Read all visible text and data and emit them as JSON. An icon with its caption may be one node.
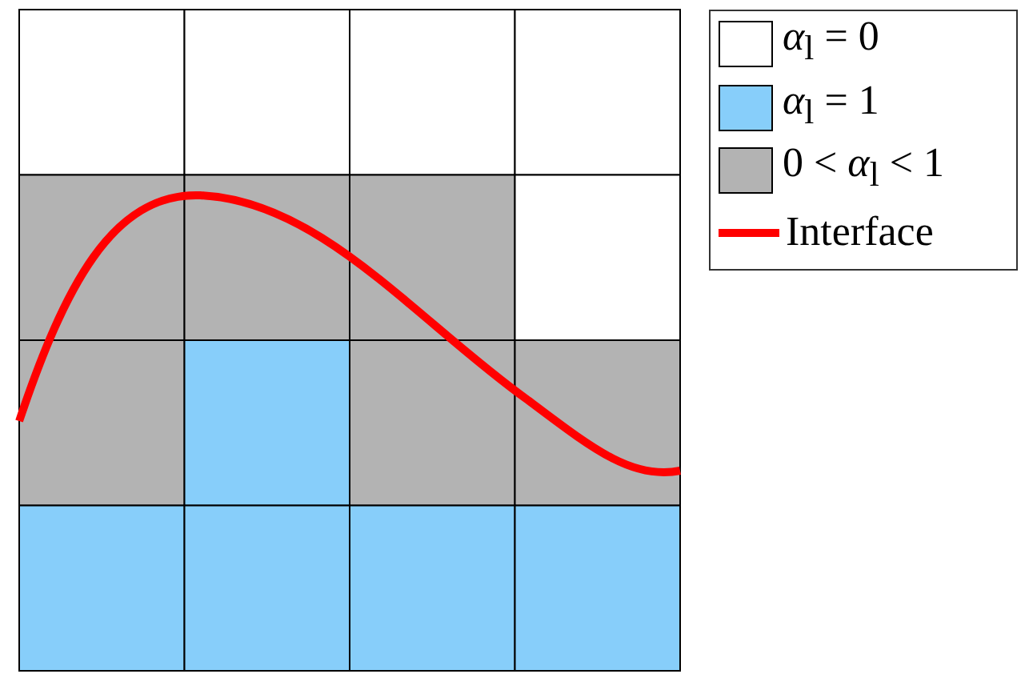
{
  "diagram": {
    "legend": [
      {
        "text": "*α*$_{l}$ = 0",
        "color": "#ffffff"
      },
      {
        "text": "*α*$_{l}$ = 1",
        "color": "#87cefa"
      },
      {
        "text": "0 < *α*$_{l}$ < 1",
        "color": "#b3b3b3"
      },
      {
        "text": "Interface"
      }
    ]
  }
}
